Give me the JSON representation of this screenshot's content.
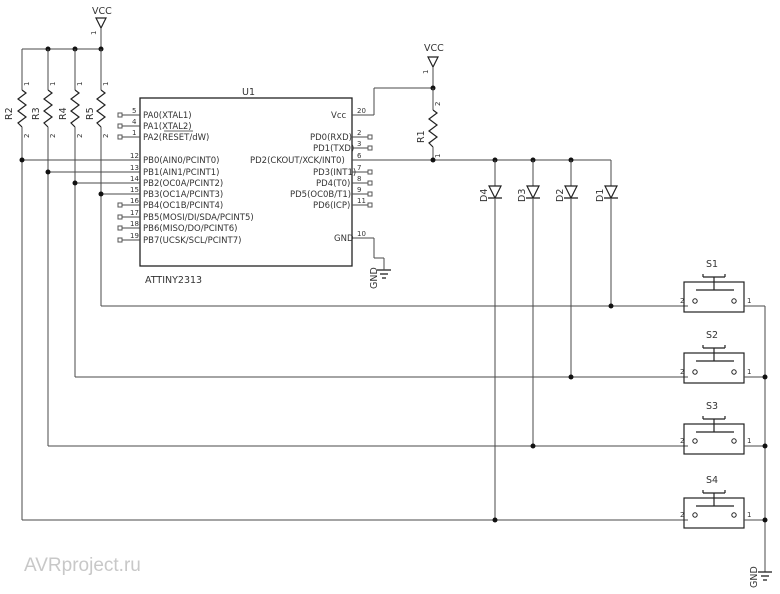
{
  "watermark": "AVRproject.ru",
  "power": {
    "vcc_label": "VCC",
    "gnd_label": "GND"
  },
  "ic": {
    "ref": "U1",
    "part": "ATTINY2313",
    "left_pins": [
      {
        "num": "5",
        "name": "PA0(XTAL1)"
      },
      {
        "num": "4",
        "name": "PA1(XTAL2)"
      },
      {
        "num": "1",
        "name": "PA2(RESET/dW)"
      },
      {
        "num": "12",
        "name": "PB0(AIN0/PCINT0)"
      },
      {
        "num": "13",
        "name": "PB1(AIN1/PCINT1)"
      },
      {
        "num": "14",
        "name": "PB2(OC0A/PCINT2)"
      },
      {
        "num": "15",
        "name": "PB3(OC1A/PCINT3)"
      },
      {
        "num": "16",
        "name": "PB4(OC1B/PCINT4)"
      },
      {
        "num": "17",
        "name": "PB5(MOSI/DI/SDA/PCINT5)"
      },
      {
        "num": "18",
        "name": "PB6(MISO/DO/PCINT6)"
      },
      {
        "num": "19",
        "name": "PB7(UCSK/SCL/PCINT7)"
      }
    ],
    "right_pins": [
      {
        "num": "20",
        "name": "Vcc"
      },
      {
        "num": "2",
        "name": "PD0(RXD)"
      },
      {
        "num": "3",
        "name": "PD1(TXD)"
      },
      {
        "num": "6",
        "name": "PD2(CKOUT/XCK/INT0)"
      },
      {
        "num": "7",
        "name": "PD3(INT1)"
      },
      {
        "num": "8",
        "name": "PD4(T0)"
      },
      {
        "num": "9",
        "name": "PD5(OC0B/T1)"
      },
      {
        "num": "11",
        "name": "PD6(ICP)"
      },
      {
        "num": "10",
        "name": "GND"
      }
    ]
  },
  "resistors": [
    {
      "ref": "R2",
      "pin_top": "1",
      "pin_bottom": "2"
    },
    {
      "ref": "R3",
      "pin_top": "1",
      "pin_bottom": "2"
    },
    {
      "ref": "R4",
      "pin_top": "1",
      "pin_bottom": "2"
    },
    {
      "ref": "R5",
      "pin_top": "1",
      "pin_bottom": "2"
    },
    {
      "ref": "R1",
      "pin_top": "2",
      "pin_bottom": "1"
    }
  ],
  "diodes": [
    {
      "ref": "D4"
    },
    {
      "ref": "D3"
    },
    {
      "ref": "D2"
    },
    {
      "ref": "D1"
    }
  ],
  "switches": [
    {
      "ref": "S1",
      "pin_left": "2",
      "pin_right": "1"
    },
    {
      "ref": "S2",
      "pin_left": "2",
      "pin_right": "1"
    },
    {
      "ref": "S3",
      "pin_left": "2",
      "pin_right": "1"
    },
    {
      "ref": "S4",
      "pin_left": "2",
      "pin_right": "1"
    }
  ]
}
